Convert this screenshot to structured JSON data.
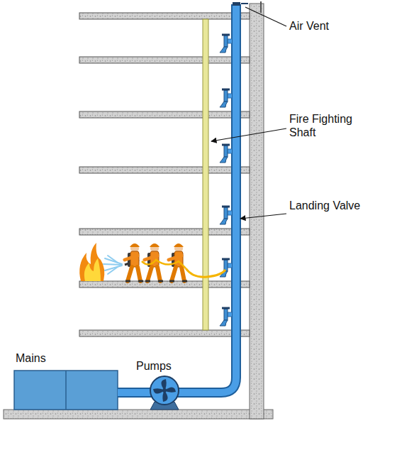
{
  "diagram": {
    "nodes": [
      {
        "text": [
          "Mains"
        ]
      },
      {
        "text": [
          "Pumps"
        ]
      }
    ],
    "edges": [
      {
        "from": 0,
        "to": 1,
        "arrow": "none"
      }
    ],
    "labels": [
      "Air Vent",
      "Fire Fighting Shaft",
      "Landing Valve"
    ]
  }
}
